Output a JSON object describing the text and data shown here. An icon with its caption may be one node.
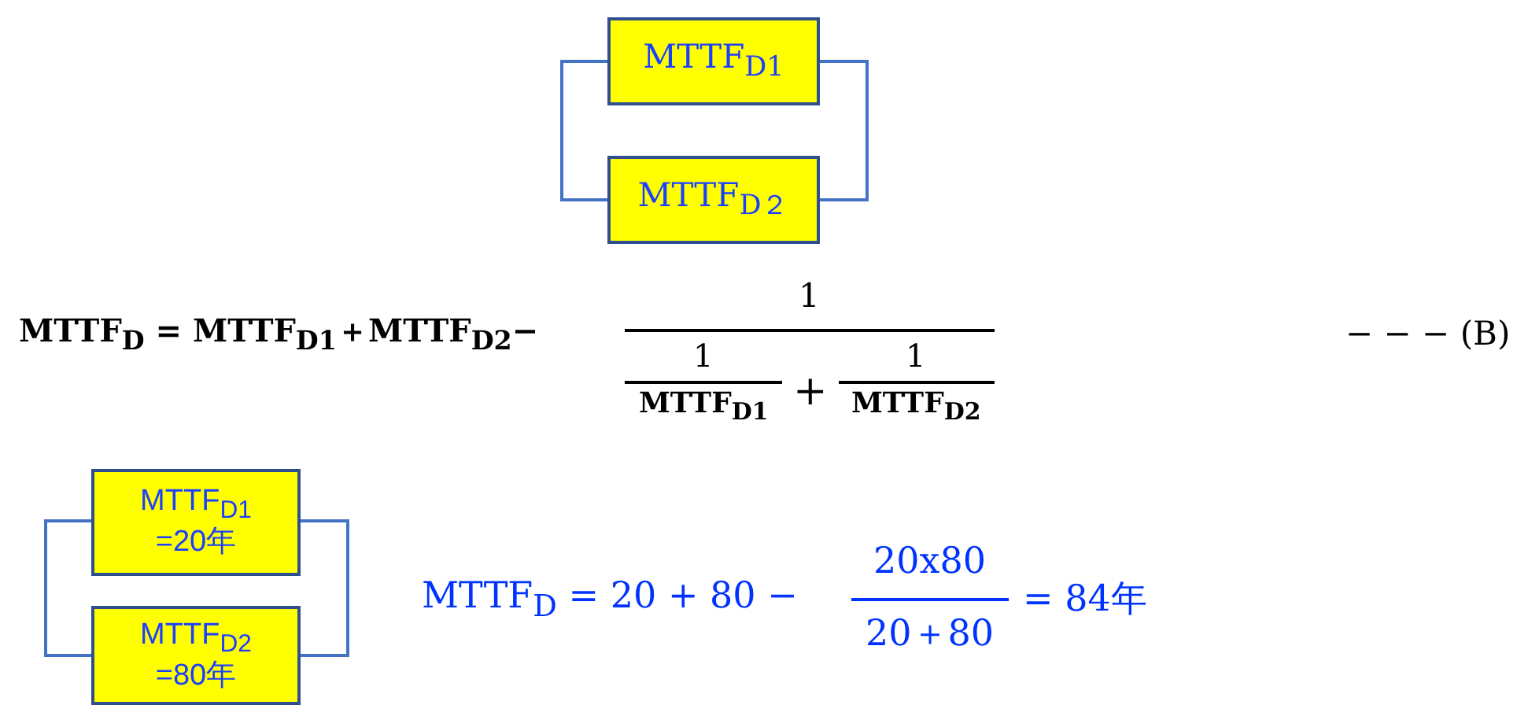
{
  "diagram": {
    "nodes": [
      {
        "text": [
          "MTTF$_{D1}$"
        ]
      },
      {
        "text": [
          "MTTF$_{D２}$"
        ]
      },
      {
        "text": [
          "MTTF$_{D1}$ =20年"
        ]
      },
      {
        "text": [
          "MTTF$_{D2}$ =80年"
        ]
      }
    ],
    "edges": [
      {
        "from": 0,
        "to": 1,
        "arrow": "none"
      },
      {
        "from": 0,
        "to": 1,
        "arrow": "none"
      },
      {
        "from": 2,
        "to": 3,
        "arrow": "none"
      },
      {
        "from": 2,
        "to": 3,
        "arrow": "none"
      }
    ],
    "labels": [
      "MTTF$_{D}$ = MTTF$_{D1}$＋MTTF$_{D2}$−",
      "1",
      "1",
      "MTTF$_{D1}$",
      "+",
      "1",
      "MTTF$_{D2}$",
      "− − − (B)",
      "MTTF$_{D}$ = 20 + 80 −",
      "20x80",
      "20＋80",
      "= 84年"
    ]
  }
}
